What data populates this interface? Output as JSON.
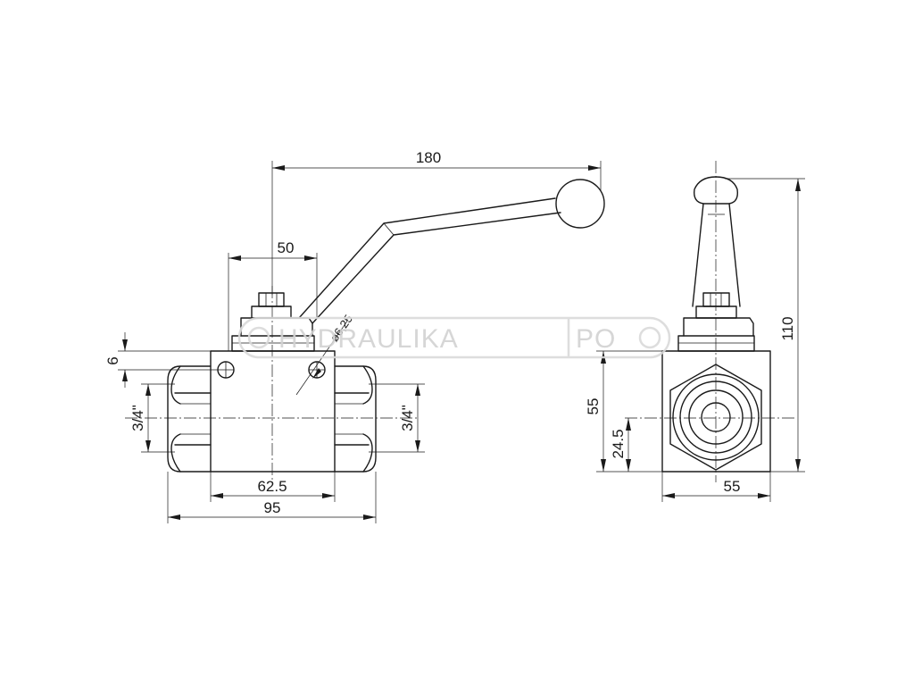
{
  "watermark": {
    "brand_left": "HYDRAULIKA",
    "brand_right": "PO"
  },
  "dimensions": {
    "handle_length": "180",
    "stem_width": "50",
    "hole_diameter": "ø6,25",
    "top_offset": "6",
    "port_left": "3/4\"",
    "port_right": "3/4\"",
    "body_length": "62.5",
    "overall_length": "95",
    "side_height": "55",
    "axis_height": "24.5",
    "total_height": "110",
    "side_width": "55"
  },
  "colors": {
    "lines": "#1a1a1a",
    "background": "#ffffff",
    "watermark": "#d2d2d2"
  }
}
